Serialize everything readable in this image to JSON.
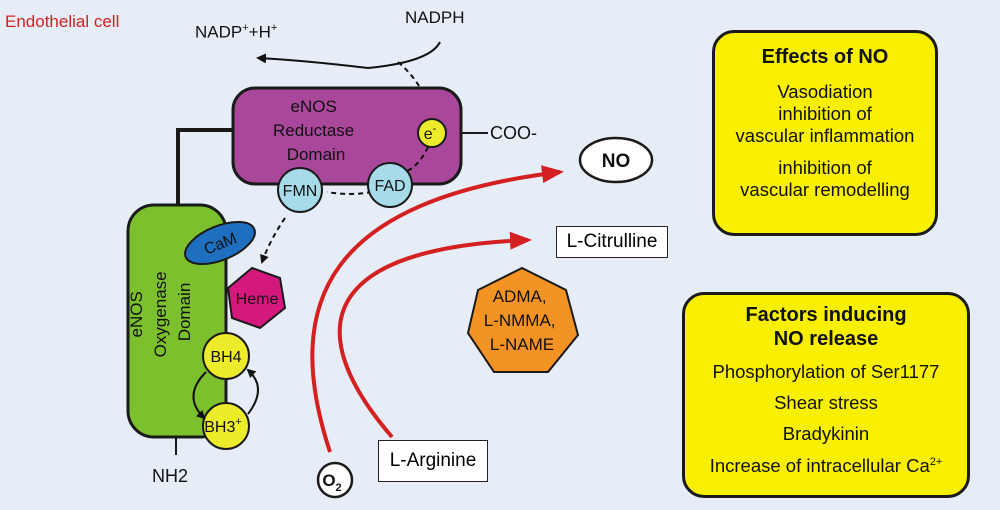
{
  "cell_label": "Endothelial cell",
  "cofactors": {
    "nadph": "NADPH",
    "nadp_main": "NADP",
    "nadp_sup1": "+",
    "nadp_mid": "+H",
    "nadp_sup2": "+",
    "electron_main": "e",
    "electron_sup": "-"
  },
  "enos": {
    "reductase": [
      "eNOS",
      "Reductase",
      "Domain"
    ],
    "oxygenase": [
      "eNOS",
      "Oxygenase",
      "Domain"
    ],
    "cooh": "COO-",
    "nh2": "NH2",
    "fmn": "FMN",
    "fad": "FAD",
    "cam": "CaM",
    "heme": "Heme",
    "bh4": "BH4",
    "bh3_main": "BH3",
    "bh3_sup": "+"
  },
  "molecules": {
    "no": "NO",
    "l_citrulline": "L-Citrulline",
    "l_arginine": "L-Arginine",
    "o2_main": "O",
    "o2_sub": "2"
  },
  "inhibitors": [
    "ADMA,",
    "L-NMMA,",
    "L-NAME"
  ],
  "effects_box": {
    "title": "Effects of NO",
    "items": [
      "Vasodiation",
      "inhibition of",
      "vascular inflammation",
      "inhibition of",
      "vascular remodelling"
    ]
  },
  "factors_box": {
    "title_lines": [
      "Factors inducing",
      "NO release"
    ],
    "items": [
      "Phosphorylation of Ser1177",
      "Shear stress",
      "Bradykinin"
    ],
    "last_item_main": "Increase of intracellular Ca",
    "last_item_sup": "2+"
  },
  "colors": {
    "background": "#e6edf6",
    "reductase": "#a9479a",
    "oxygenase": "#7dc02e",
    "flavin": "#a8dbea",
    "cam": "#1f6fc0",
    "heme": "#d4187e",
    "biopterin": "#ecec2a",
    "inhibitor": "#f39324",
    "reaction_arrow": "#d42020",
    "effects_box": "#f8f000",
    "label_red": "#d42020"
  }
}
